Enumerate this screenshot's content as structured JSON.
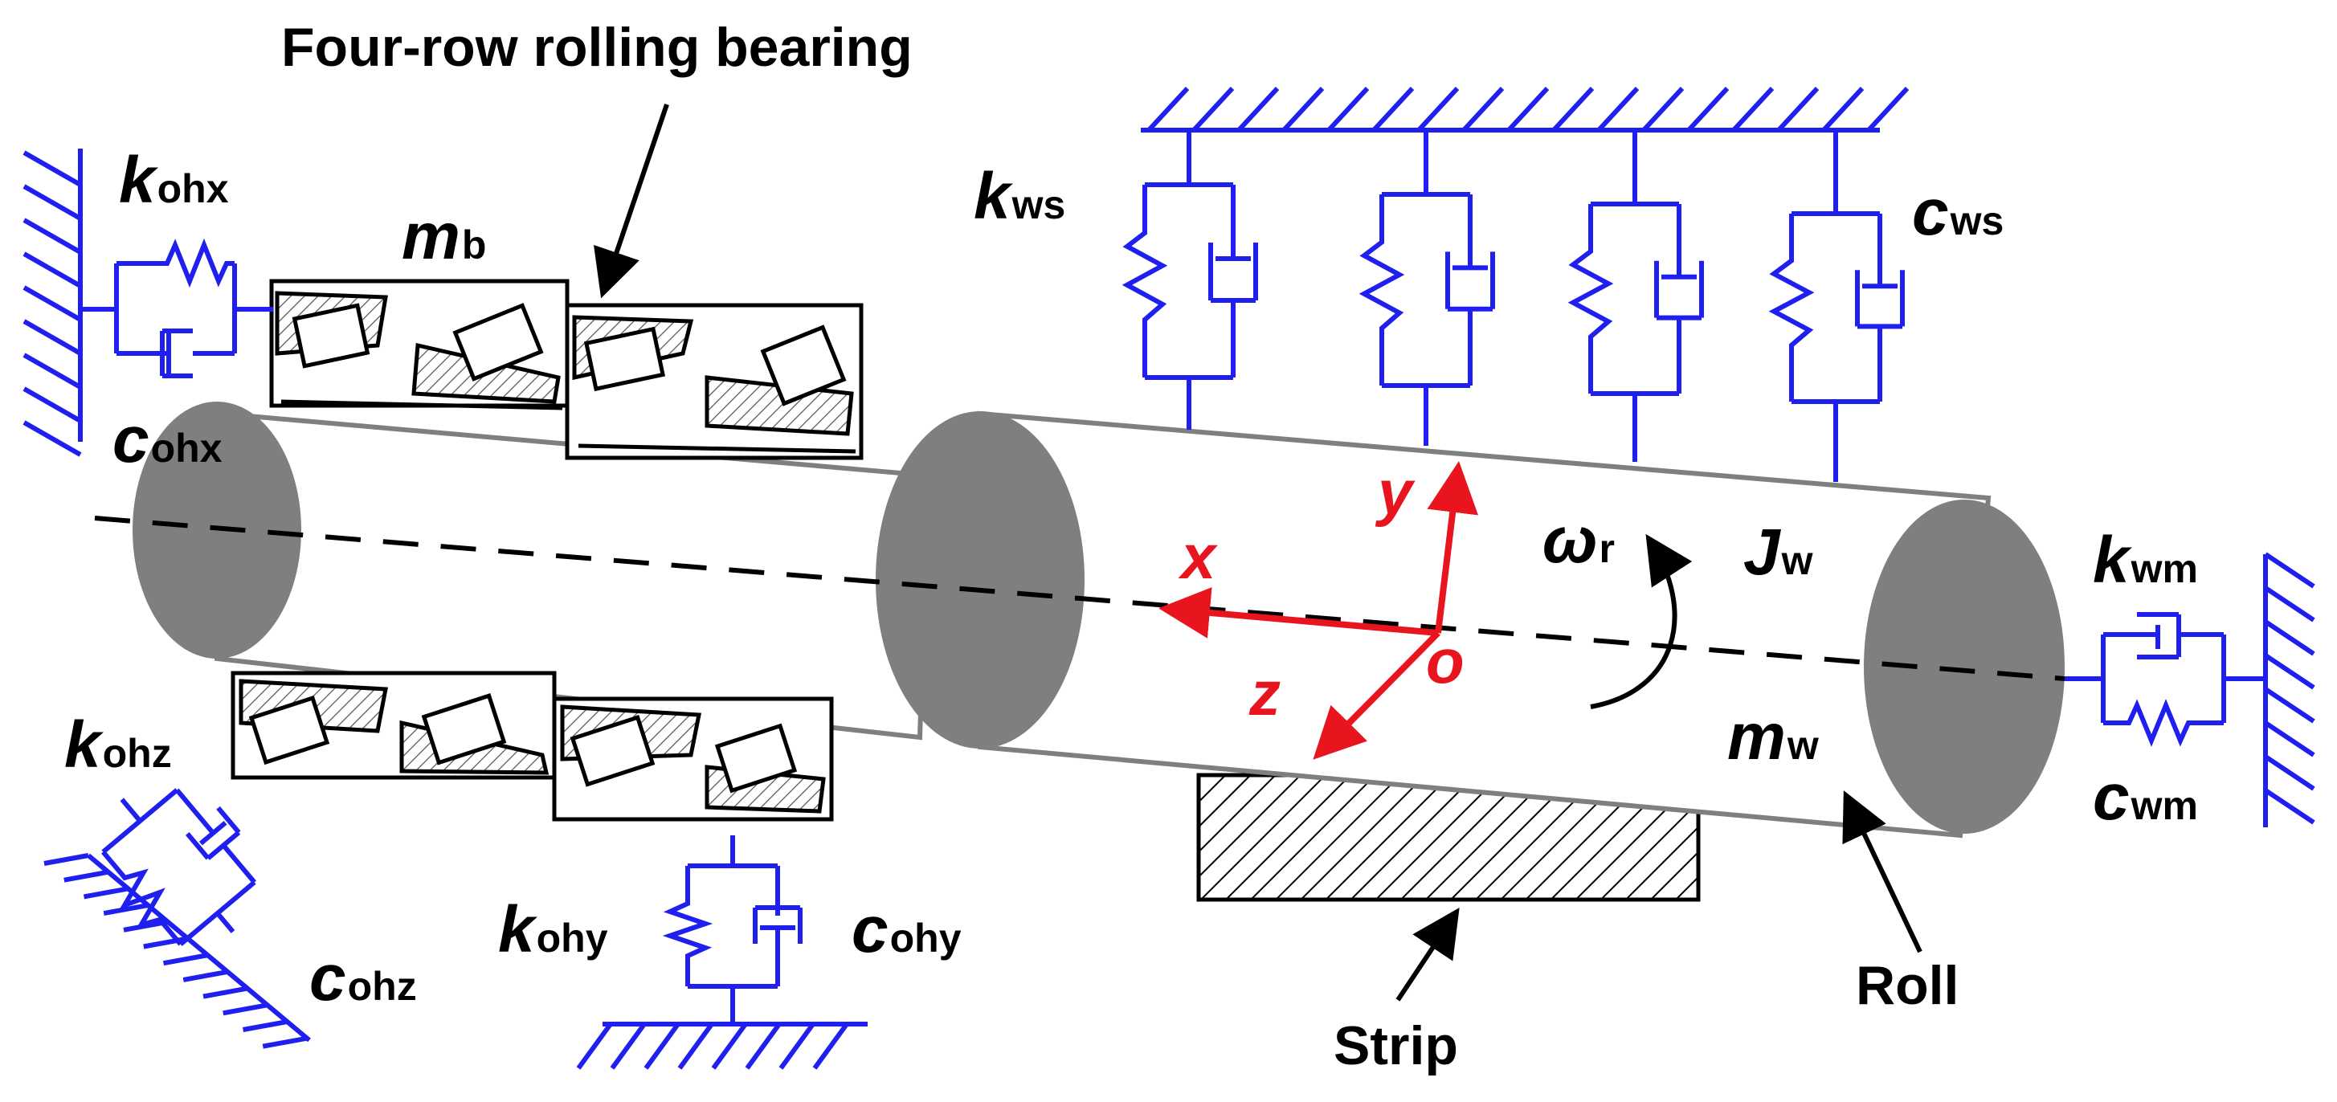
{
  "labels": {
    "bearing": "Four-row rolling bearing",
    "strip": "Strip",
    "roll": "Roll"
  },
  "symbols": {
    "k_ohx": {
      "main": "k",
      "sub": "ohx"
    },
    "c_ohx": {
      "main": "c",
      "sub": "ohx"
    },
    "m_b": {
      "main": "m",
      "sub": "b"
    },
    "k_ws": {
      "main": "k",
      "sub": "ws"
    },
    "c_ws": {
      "main": "c",
      "sub": "ws"
    },
    "omega_r": {
      "main": "ω",
      "sub": "r"
    },
    "J_w": {
      "main": "J",
      "sub": "w"
    },
    "m_w": {
      "main": "m",
      "sub": "w"
    },
    "k_wm": {
      "main": "k",
      "sub": "wm"
    },
    "c_wm": {
      "main": "c",
      "sub": "wm"
    },
    "k_ohz": {
      "main": "k",
      "sub": "ohz"
    },
    "c_ohz": {
      "main": "c",
      "sub": "ohz"
    },
    "k_ohy": {
      "main": "k",
      "sub": "ohy"
    },
    "c_ohy": {
      "main": "c",
      "sub": "ohy"
    }
  },
  "axes": {
    "x": "x",
    "y": "y",
    "z": "z",
    "origin": "o"
  },
  "colors": {
    "spring": "#1f1ff0",
    "axis": "#e8141e",
    "roll_end": "#7f7f7f",
    "ink": "#000000"
  }
}
